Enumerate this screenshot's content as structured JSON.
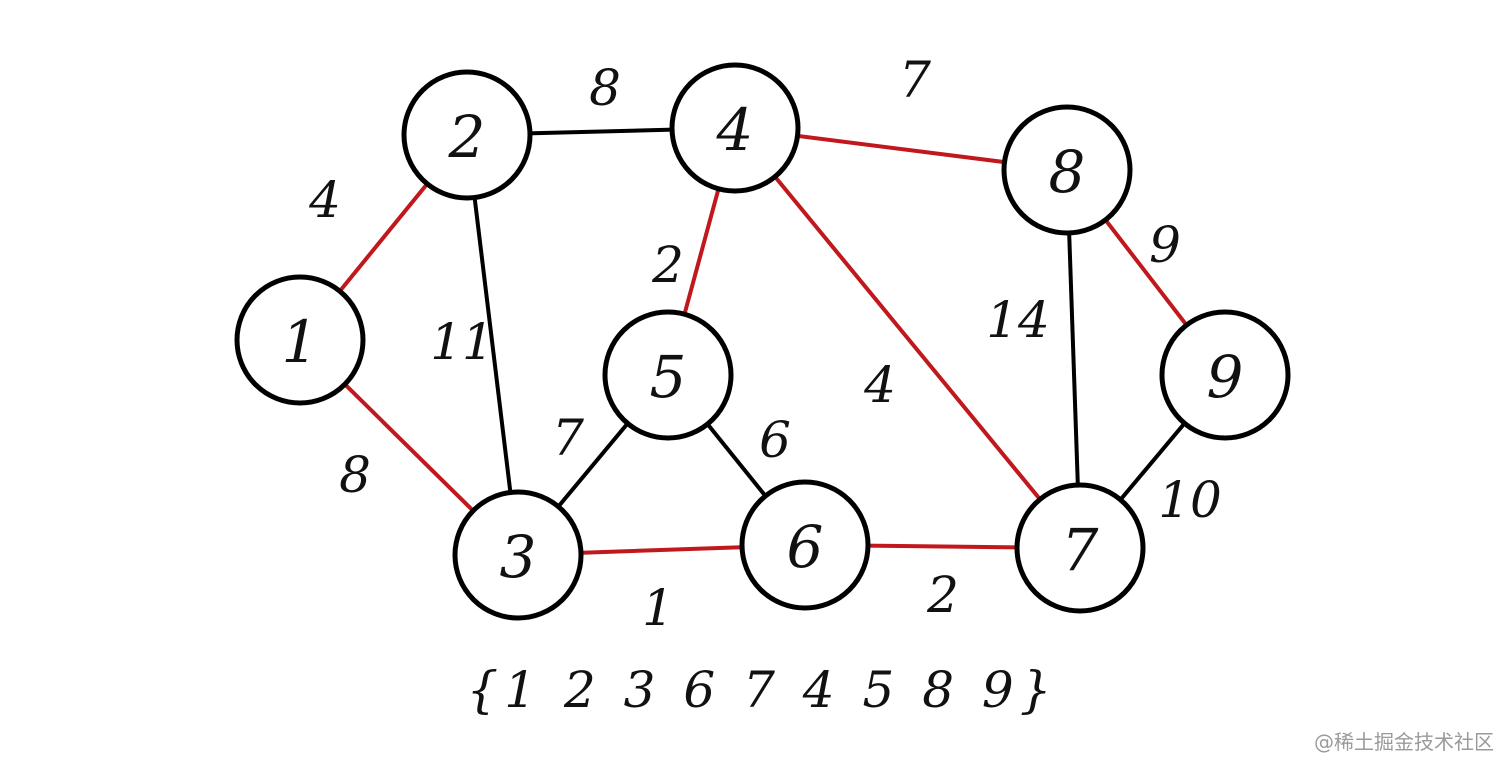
{
  "nodes": [
    {
      "id": "1",
      "label": "1"
    },
    {
      "id": "2",
      "label": "2"
    },
    {
      "id": "3",
      "label": "3"
    },
    {
      "id": "4",
      "label": "4"
    },
    {
      "id": "5",
      "label": "5"
    },
    {
      "id": "6",
      "label": "6"
    },
    {
      "id": "7",
      "label": "7"
    },
    {
      "id": "8",
      "label": "8"
    },
    {
      "id": "9",
      "label": "9"
    }
  ],
  "edges": [
    {
      "from": "1",
      "to": "2",
      "weight": "4",
      "highlighted": true
    },
    {
      "from": "1",
      "to": "3",
      "weight": "8",
      "highlighted": true
    },
    {
      "from": "2",
      "to": "4",
      "weight": "8",
      "highlighted": false
    },
    {
      "from": "2",
      "to": "3",
      "weight": "11",
      "highlighted": false
    },
    {
      "from": "4",
      "to": "8",
      "weight": "7",
      "highlighted": true
    },
    {
      "from": "4",
      "to": "5",
      "weight": "2",
      "highlighted": true
    },
    {
      "from": "4",
      "to": "7",
      "weight": "4",
      "highlighted": true
    },
    {
      "from": "5",
      "to": "3",
      "weight": "7",
      "highlighted": false
    },
    {
      "from": "5",
      "to": "6",
      "weight": "6",
      "highlighted": false
    },
    {
      "from": "3",
      "to": "6",
      "weight": "1",
      "highlighted": true
    },
    {
      "from": "6",
      "to": "7",
      "weight": "2",
      "highlighted": true
    },
    {
      "from": "8",
      "to": "7",
      "weight": "14",
      "highlighted": false
    },
    {
      "from": "8",
      "to": "9",
      "weight": "9",
      "highlighted": true
    },
    {
      "from": "9",
      "to": "7",
      "weight": "10",
      "highlighted": false
    }
  ],
  "visited_order": "{1 2 3 6 7 4 5 8 9}",
  "watermark": "@稀土掘金技术社区",
  "colors": {
    "highlight": "#c0181c",
    "normal": "#000000"
  }
}
